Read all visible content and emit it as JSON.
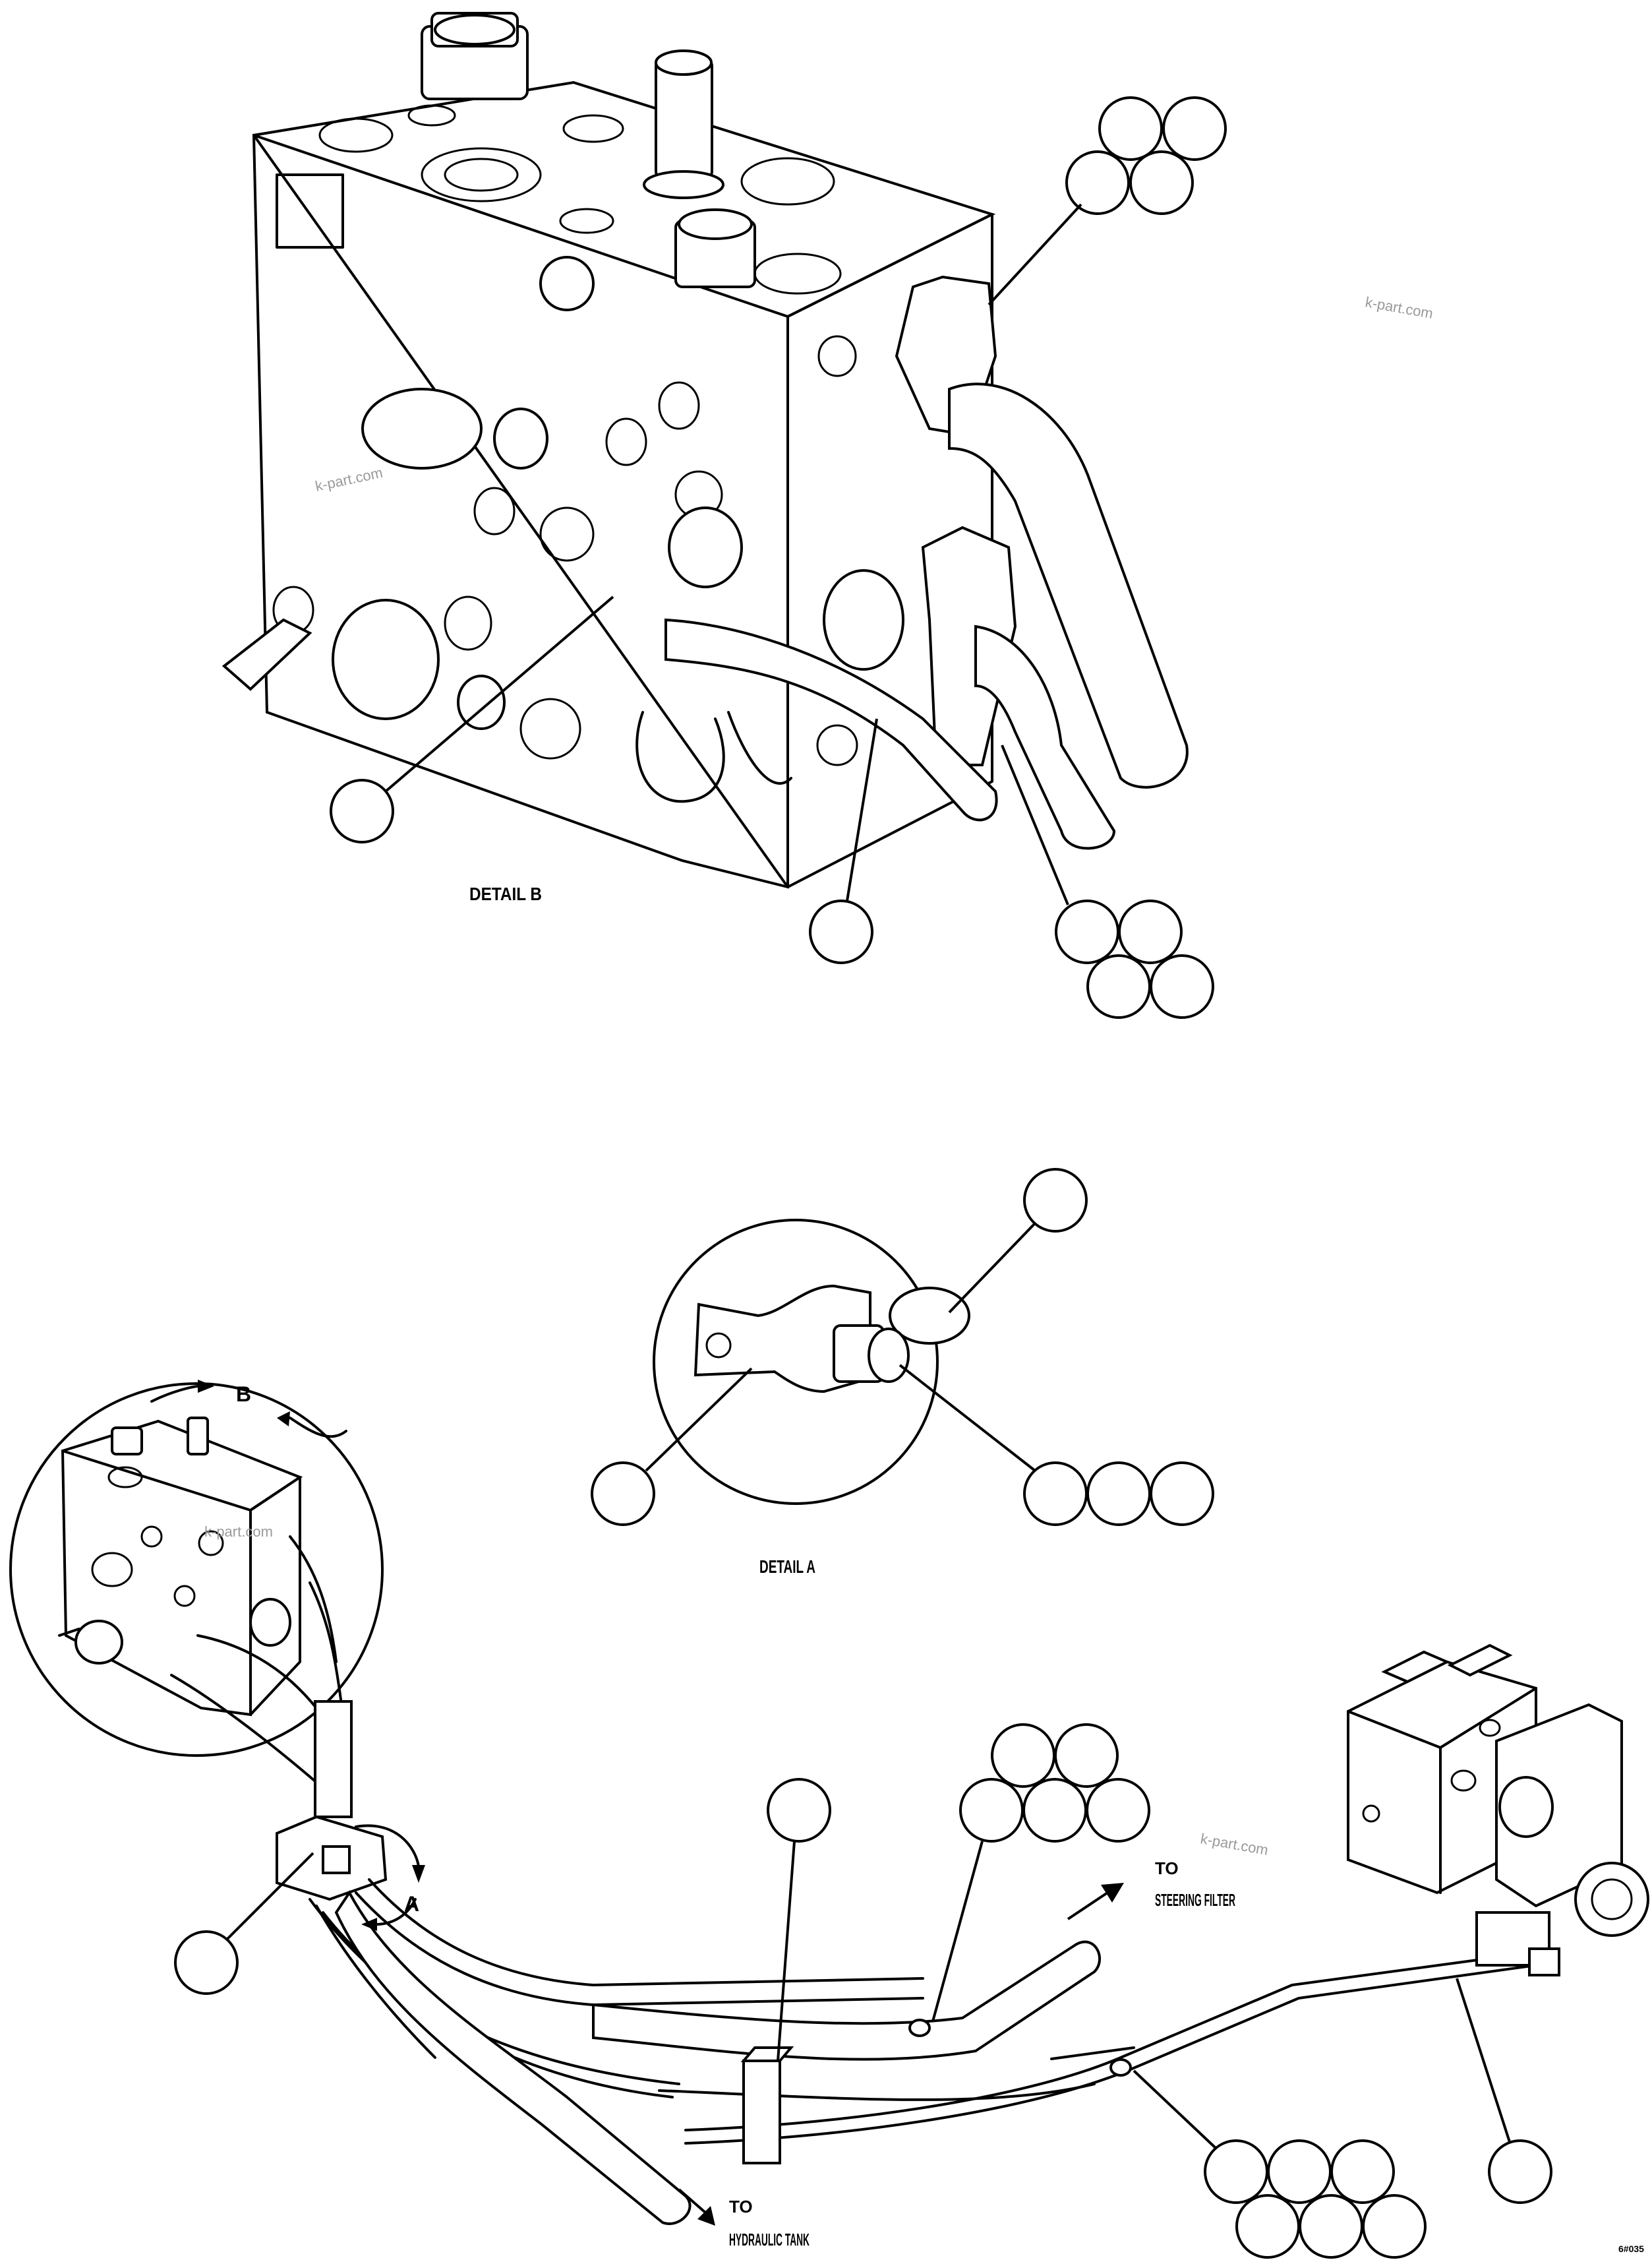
{
  "labels": {
    "detail_b": "DETAIL B",
    "detail_a": "DETAIL A",
    "marker_b": "B",
    "marker_a": "A",
    "to_steering_1": "TO",
    "to_steering_2": "STEERING FILTER",
    "to_tank_1": "TO",
    "to_tank_2": "HYDRAULIC TANK",
    "watermark": "k-part.com",
    "drawing_no": "6#035"
  }
}
